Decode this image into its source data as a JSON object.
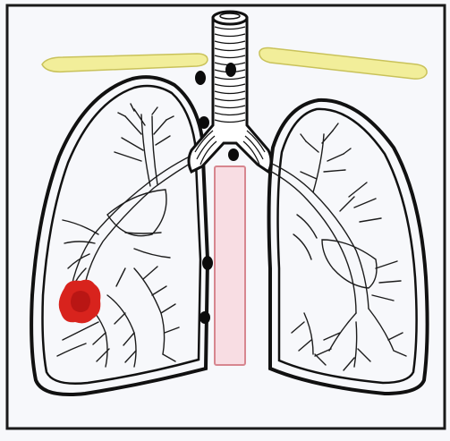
{
  "drawing": {
    "colors": {
      "paper": "#f7f8fb",
      "frame": "#1a1a1a",
      "ink": "#111111",
      "clavicle_fill": "#f2ee9a",
      "clavicle_stroke": "#c9c25a",
      "esophagus_fill": "#f8dde3",
      "esophagus_stroke": "#d7868f",
      "lesion": "#d8231d",
      "lesion_dark": "#a90f10",
      "lymph_node": "#0b0b0b"
    },
    "parts": [
      "clavicle",
      "trachea",
      "bronchi",
      "right-lung",
      "left-lung",
      "esophagus",
      "lymph-nodes",
      "tumor-lesion"
    ]
  }
}
